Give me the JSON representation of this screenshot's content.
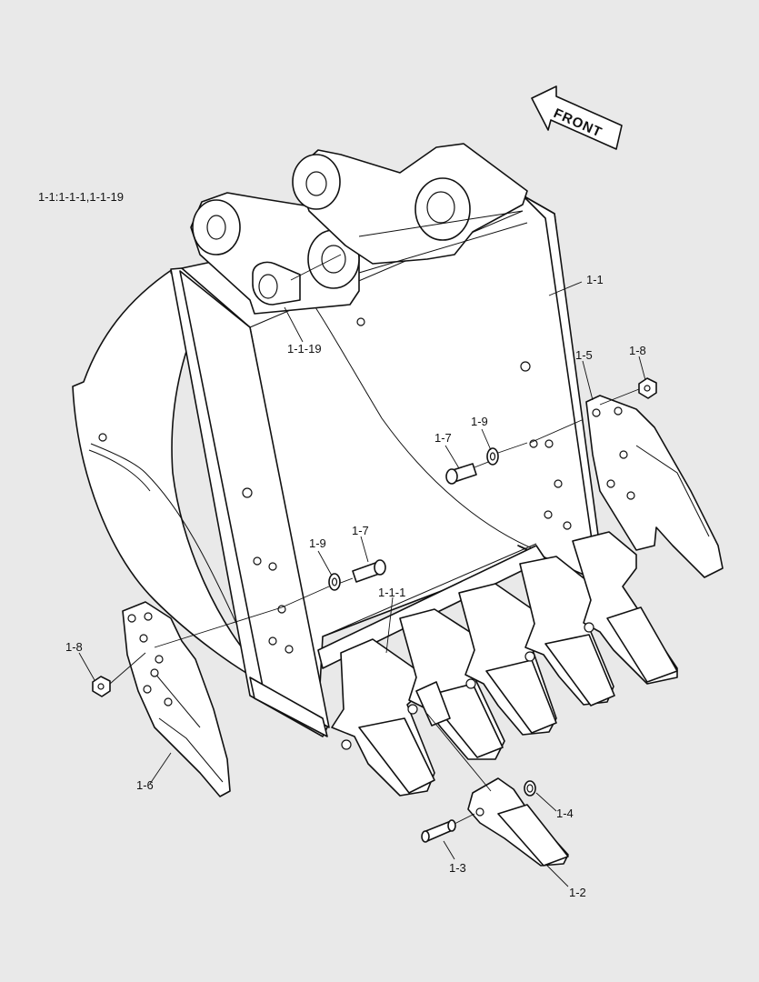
{
  "diagram": {
    "header_note": "1-1:1-1-1,1-1-19",
    "direction_label": "FRONT",
    "callouts": {
      "bucket": "1-1",
      "bushing": "1-1-19",
      "adapter": "1-1-1",
      "tooth": "1-2",
      "pin": "1-3",
      "lock": "1-4",
      "side_cutter_right": "1-5",
      "side_cutter_left": "1-6",
      "bolt_right": "1-7",
      "bolt_left": "1-7",
      "nut_right": "1-8",
      "nut_left": "1-8",
      "washer_right": "1-9",
      "washer_left": "1-9"
    }
  }
}
